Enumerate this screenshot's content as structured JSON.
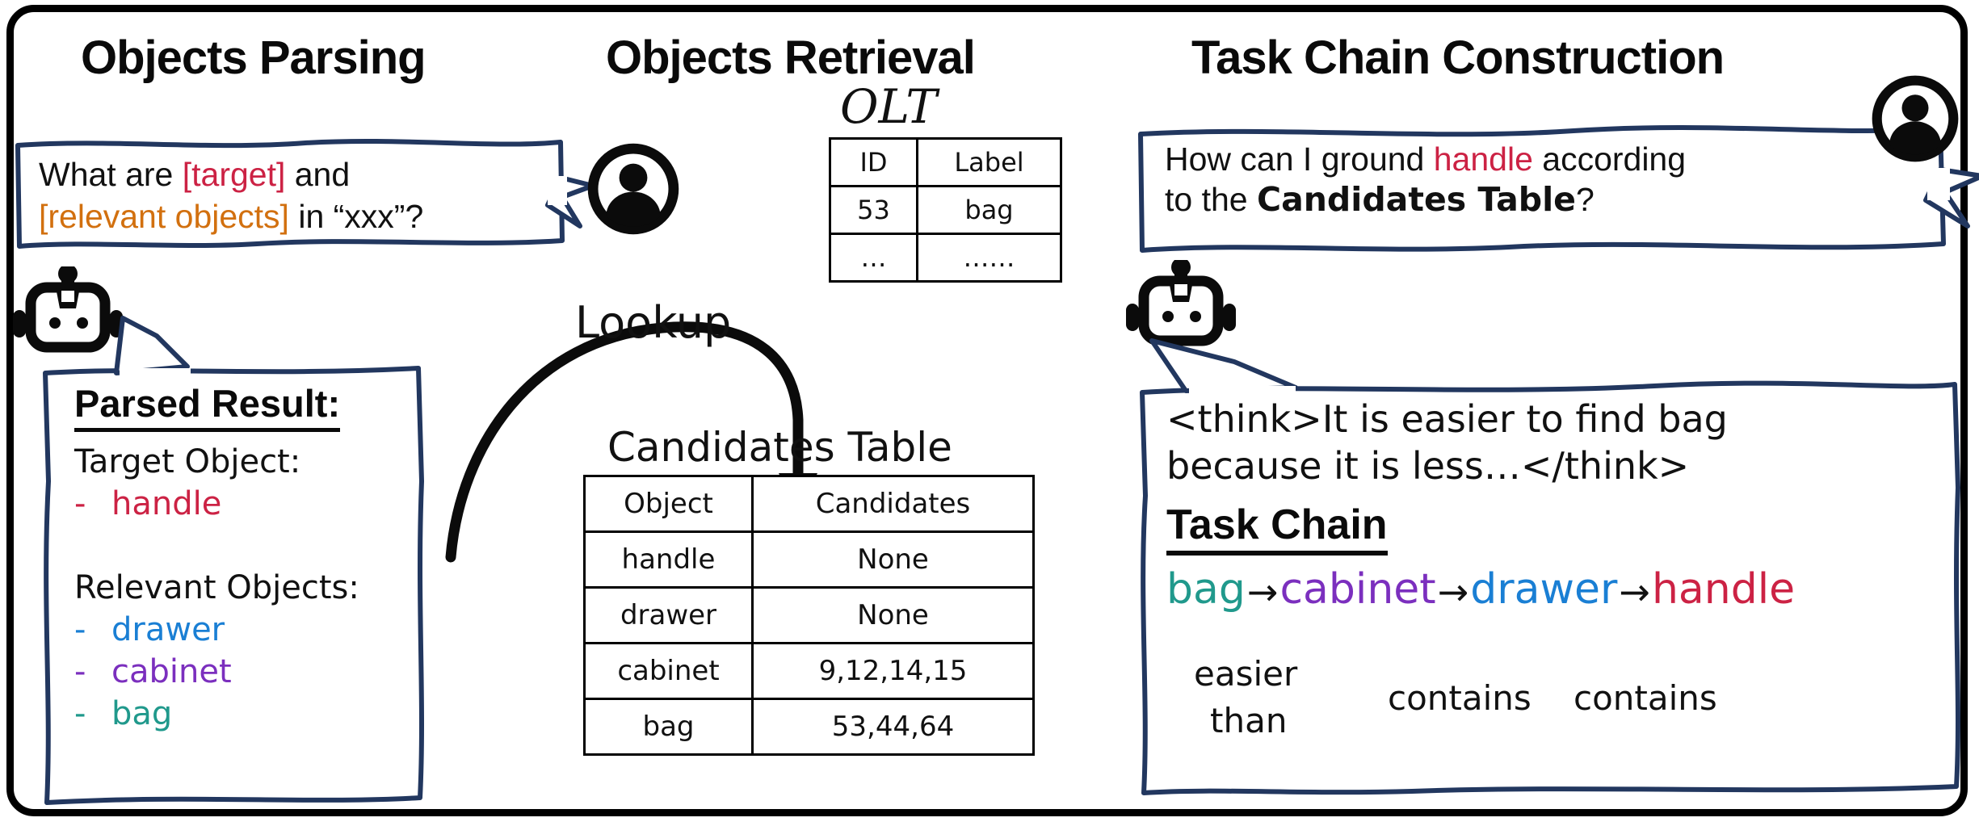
{
  "frame": {
    "border_color": "#000000"
  },
  "palette": {
    "target_red": "#CC2244",
    "relevant_orange": "#D2700F",
    "drawer_blue": "#1A7FD4",
    "cabinet_purple": "#7B2FBE",
    "bag_teal": "#20998C",
    "bubble_navy": "#22375F",
    "ink_black": "#111111"
  },
  "sections": {
    "parsing": {
      "title": "Objects Parsing"
    },
    "retrieval": {
      "title": "Objects Retrieval"
    },
    "chain": {
      "title": "Task Chain Construction"
    }
  },
  "user_question_1": {
    "line1_a": "What are ",
    "line1_target": "[target]",
    "line1_b": " and",
    "line2_relevant": "[relevant objects]",
    "line2_b": " in “xxx”?"
  },
  "parsed_result": {
    "heading": "Parsed Result:",
    "target_label": "Target Object:",
    "target_items": [
      {
        "dash": "-",
        "text": "handle",
        "color": "target_red"
      }
    ],
    "relevant_label": "Relevant Objects:",
    "relevant_items": [
      {
        "dash": "-",
        "text": "drawer",
        "color": "drawer_blue"
      },
      {
        "dash": "-",
        "text": "cabinet",
        "color": "cabinet_purple"
      },
      {
        "dash": "-",
        "text": "bag",
        "color": "bag_teal"
      }
    ]
  },
  "lookup": {
    "label": "Lookup"
  },
  "olt": {
    "caption": "OLT",
    "headers": [
      "ID",
      "Label"
    ],
    "rows": [
      {
        "id": "53",
        "label": "bag",
        "color": "bag_teal"
      },
      {
        "id": "…",
        "label": "……",
        "color": "ink_black"
      }
    ]
  },
  "candidates_table": {
    "caption": "Candidates Table",
    "headers": [
      "Object",
      "Candidates"
    ],
    "rows": [
      {
        "object": "handle",
        "candidates": "None",
        "color": "target_red"
      },
      {
        "object": "drawer",
        "candidates": "None",
        "color": "drawer_blue"
      },
      {
        "object": "cabinet",
        "candidates": "9,12,14,15",
        "color": "cabinet_purple"
      },
      {
        "object": "bag",
        "candidates": "53,44,64",
        "color": "bag_teal"
      }
    ]
  },
  "user_question_2": {
    "line1_a": "How can I ground ",
    "line1_target": "handle",
    "line1_b": " according",
    "line2_a": "to the ",
    "line2_bold": "Candidates Table",
    "line2_b": "?"
  },
  "answer": {
    "think_line1": "<think>It is easier to find bag",
    "think_line2": "because it is less…</think>",
    "task_chain_heading": "Task Chain",
    "chain_nodes": [
      {
        "text": "bag",
        "color": "bag_teal"
      },
      {
        "text": "cabinet",
        "color": "cabinet_purple"
      },
      {
        "text": "drawer",
        "color": "drawer_blue"
      },
      {
        "text": "handle",
        "color": "target_red"
      }
    ],
    "chain_arrow": "→",
    "relations": {
      "rel1_line1": "easier",
      "rel1_line2": "than",
      "rel2": "contains",
      "rel3": "contains"
    }
  },
  "icons": {
    "user_avatar_1": "user-avatar-icon",
    "user_avatar_2": "user-avatar-icon",
    "robot_1": "robot-icon",
    "robot_2": "robot-icon",
    "lookup_arrow": "curved-arrow-icon"
  }
}
